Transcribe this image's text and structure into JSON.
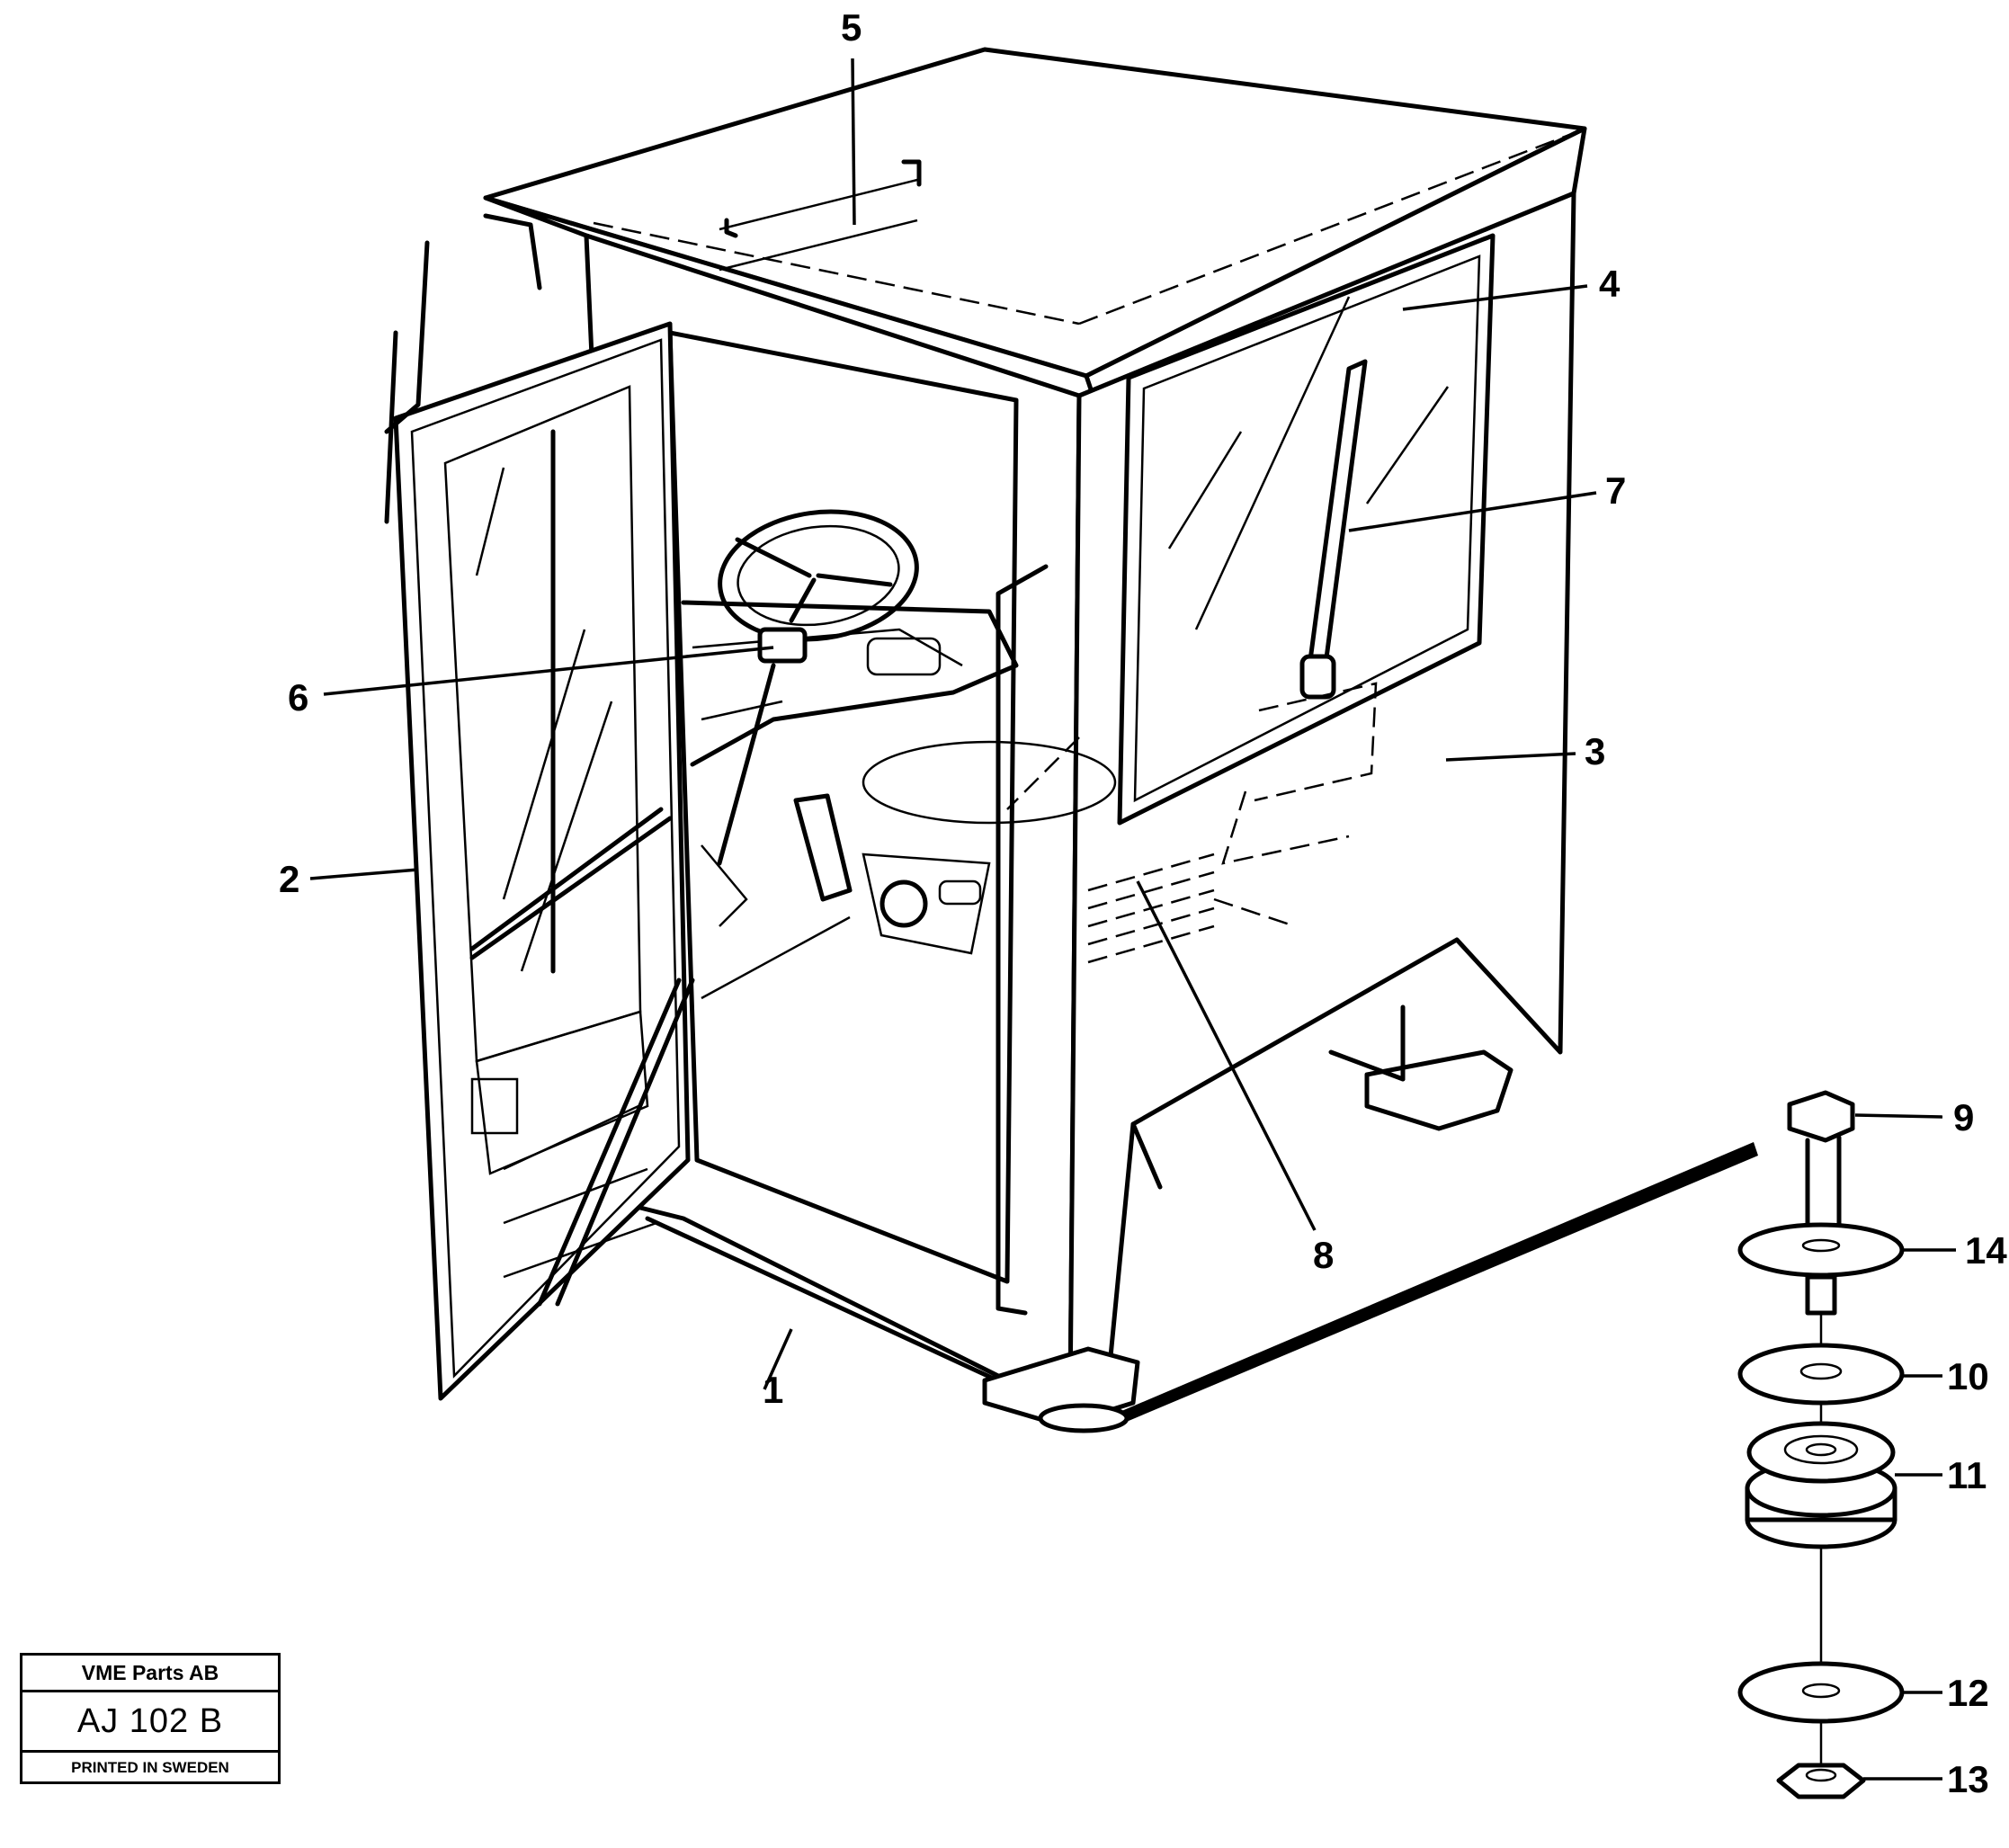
{
  "callouts": [
    {
      "id": "1",
      "text": "1"
    },
    {
      "id": "2",
      "text": "2"
    },
    {
      "id": "3",
      "text": "3"
    },
    {
      "id": "4",
      "text": "4"
    },
    {
      "id": "5",
      "text": "5"
    },
    {
      "id": "6",
      "text": "6"
    },
    {
      "id": "7",
      "text": "7"
    },
    {
      "id": "8",
      "text": "8"
    },
    {
      "id": "9",
      "text": "9"
    },
    {
      "id": "10",
      "text": "10"
    },
    {
      "id": "11",
      "text": "11"
    },
    {
      "id": "12",
      "text": "12"
    },
    {
      "id": "13",
      "text": "13"
    },
    {
      "id": "14",
      "text": "14"
    }
  ],
  "stamp": {
    "company": "VME Parts AB",
    "drawing_number": "AJ 102 B",
    "printed": "PRINTED IN SWEDEN"
  }
}
